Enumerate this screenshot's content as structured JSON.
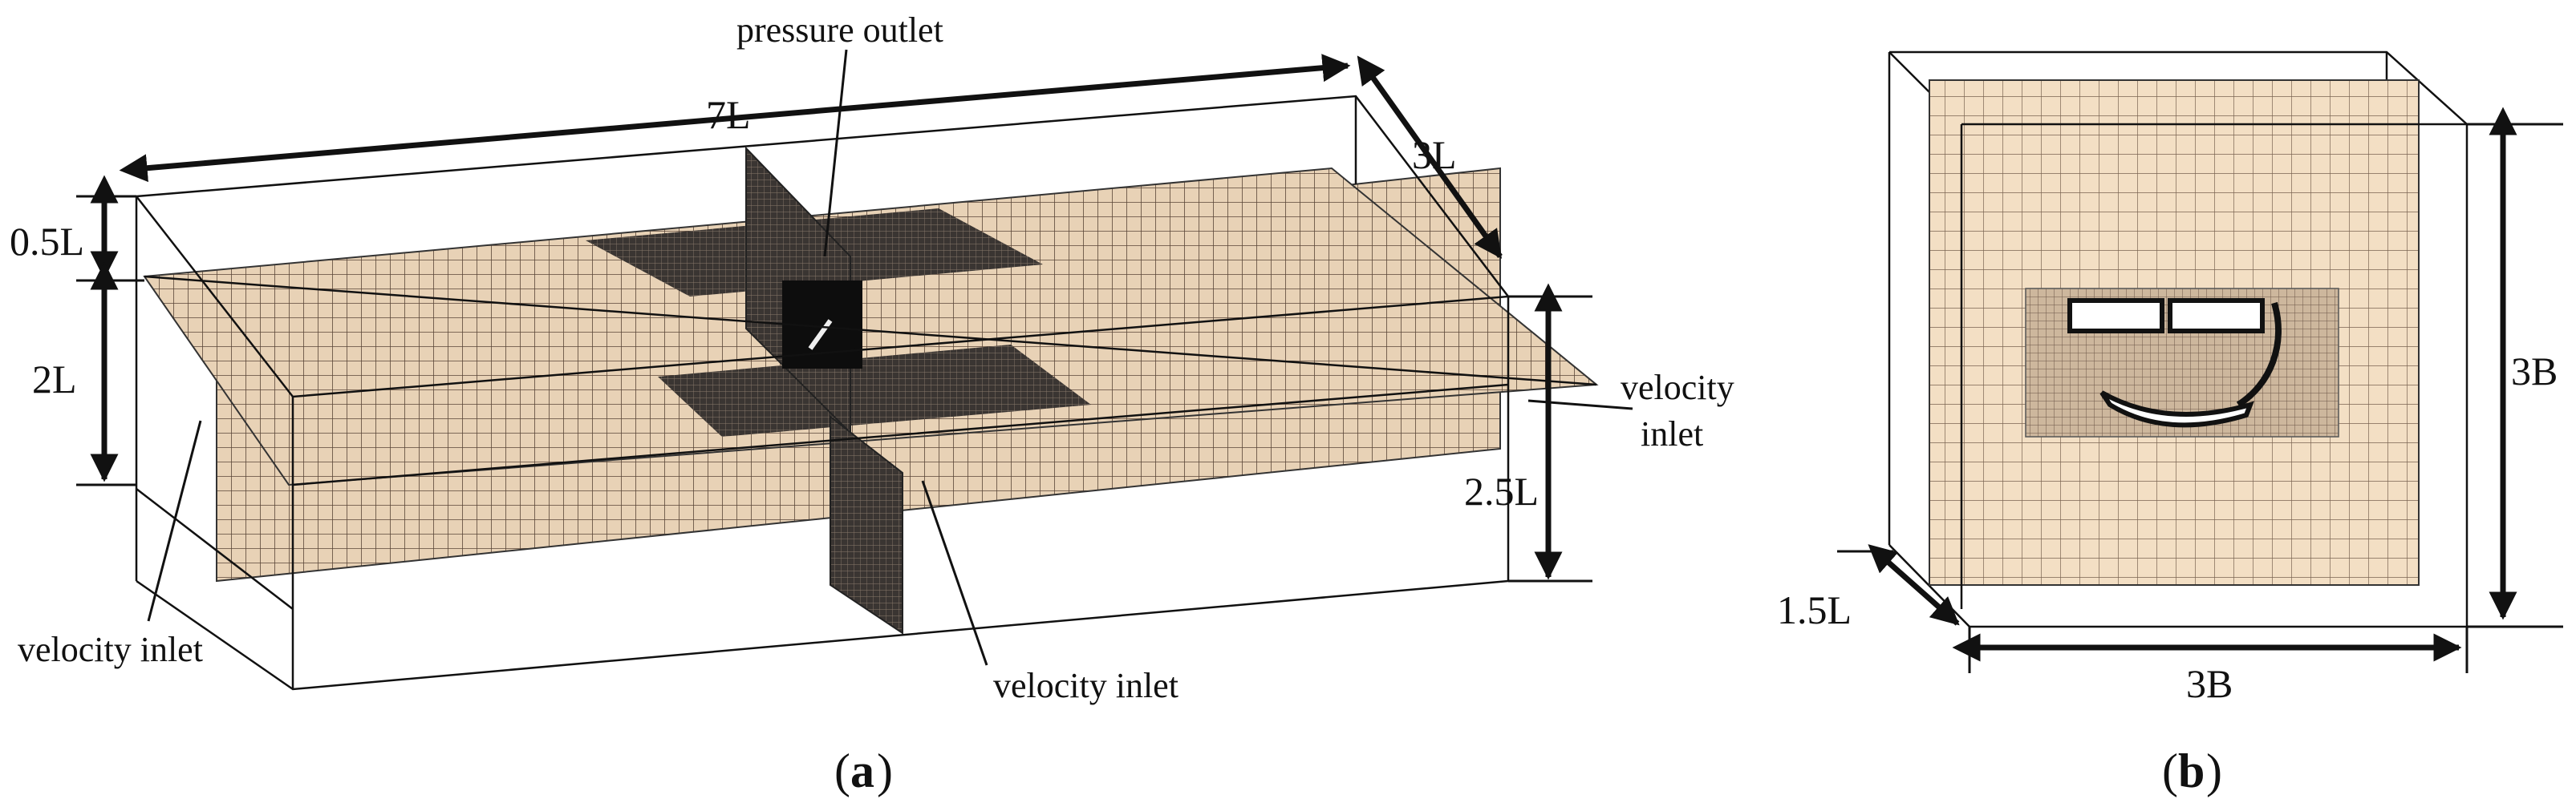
{
  "panel_a": {
    "boundary_labels": {
      "top_outlet": "pressure outlet",
      "front_inlet": "velocity inlet",
      "bottom_inlet": "velocity inlet",
      "right_inlet_line1": "velocity",
      "right_inlet_line2": "inlet"
    },
    "dimensions": {
      "length": "7L",
      "width": "3L",
      "top_gap": "0.5L",
      "lower_height": "2L",
      "total_height": "2.5L"
    },
    "caption_letter": "a"
  },
  "panel_b": {
    "dimensions": {
      "height": "3B",
      "width": "3B",
      "depth": "1.5L"
    },
    "caption_letter": "b"
  },
  "colors": {
    "mesh_face": "#e8d2b6",
    "mesh_light": "#f3dfc4",
    "mesh_line": "#5a4638",
    "refined_zone": "#3a3532",
    "outline": "#111111"
  }
}
